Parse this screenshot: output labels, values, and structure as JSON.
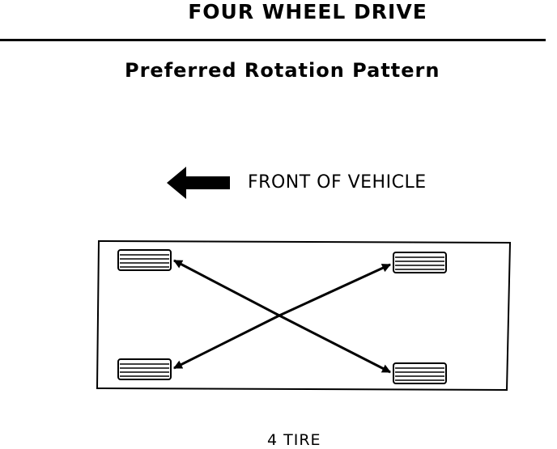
{
  "header": {
    "title": "FOUR WHEEL DRIVE",
    "subtitle": "Preferred Rotation Pattern"
  },
  "diagram": {
    "direction_label": "FRONT OF VEHICLE",
    "caption": "4 TIRE",
    "tires": [
      {
        "id": "front-left",
        "position": "front left"
      },
      {
        "id": "rear-left",
        "position": "rear left"
      },
      {
        "id": "front-right",
        "position": "front right"
      },
      {
        "id": "rear-right",
        "position": "rear right"
      }
    ],
    "rotation_arrows": [
      {
        "from": "rear-left",
        "to": "front-right"
      },
      {
        "from": "front-right",
        "to": "rear-left"
      },
      {
        "from": "front-left",
        "to": "rear-right"
      },
      {
        "from": "rear-right",
        "to": "front-left"
      }
    ],
    "colors": {
      "ink": "#000000",
      "paper": "#ffffff"
    }
  }
}
